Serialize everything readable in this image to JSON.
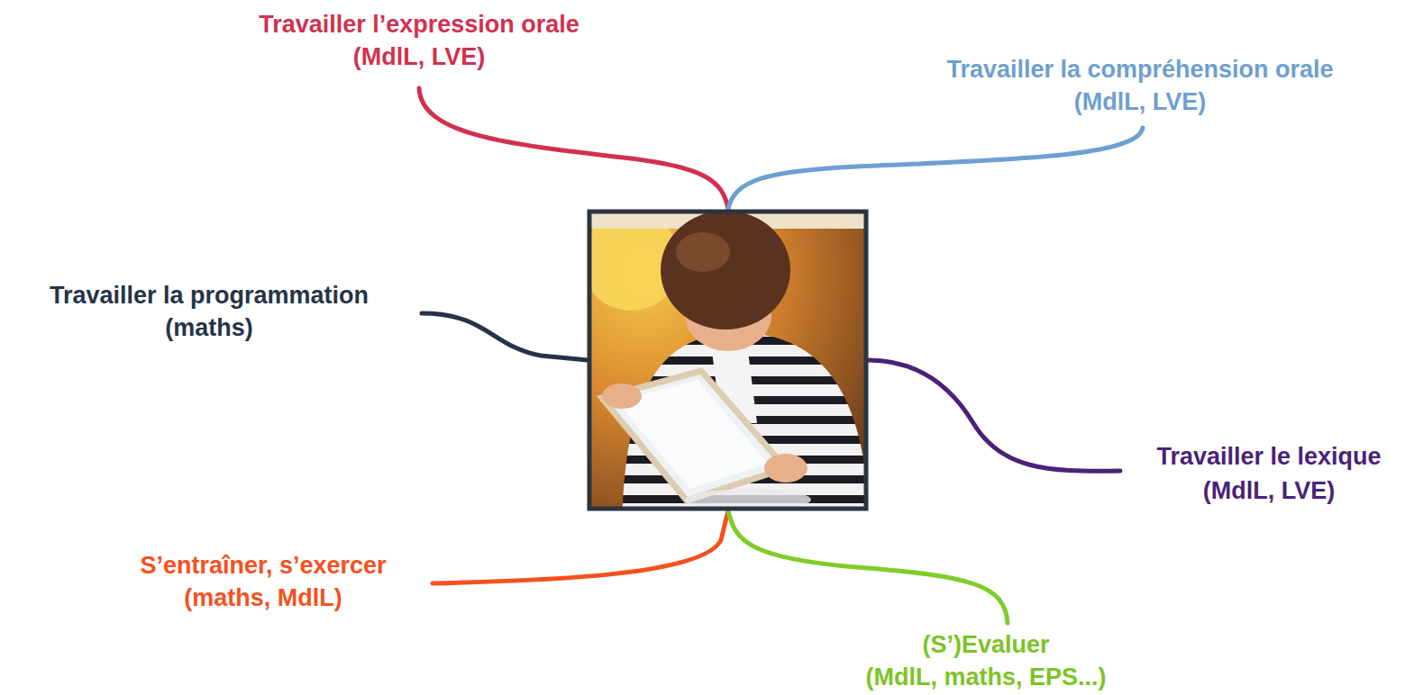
{
  "diagram": {
    "labels": [
      "Travailler l’expression orale",
      "(MdlL, LVE)",
      "Travailler la compréhension orale",
      "(MdlL, LVE)",
      "Travailler la programmation",
      "(maths)",
      "Travailler le lexique",
      "(MdlL, LVE)",
      "S’entraîner, s’exercer",
      "(maths, MdlL)",
      "(S’)Evaluer",
      "(MdlL, maths, EPS...)"
    ]
  }
}
